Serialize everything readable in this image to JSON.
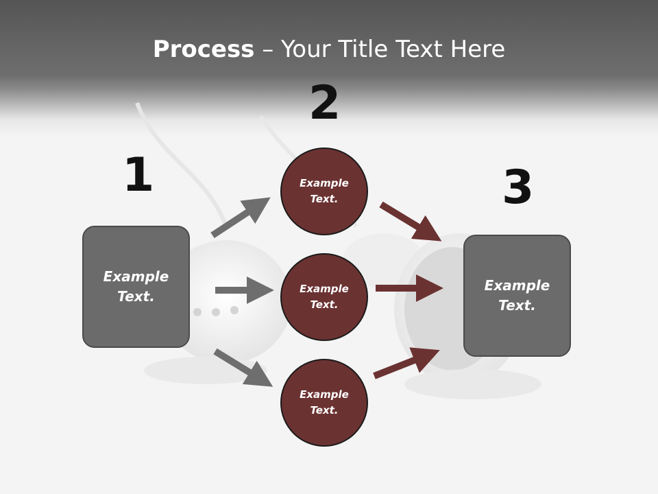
{
  "title": {
    "bold": "Process",
    "rest": " – Your Title Text Here"
  },
  "steps": {
    "one": {
      "number": "1",
      "label": "Example\nText."
    },
    "two": {
      "number": "2",
      "circles": [
        "Example Text.",
        "Example Text.",
        "Example Text."
      ]
    },
    "three": {
      "number": "3",
      "label": "Example\nText."
    }
  },
  "colors": {
    "box": "#6b6b6b",
    "circle": "#6b3232",
    "arrow_gray": "#6e6e6e",
    "arrow_red": "#6b3232"
  }
}
